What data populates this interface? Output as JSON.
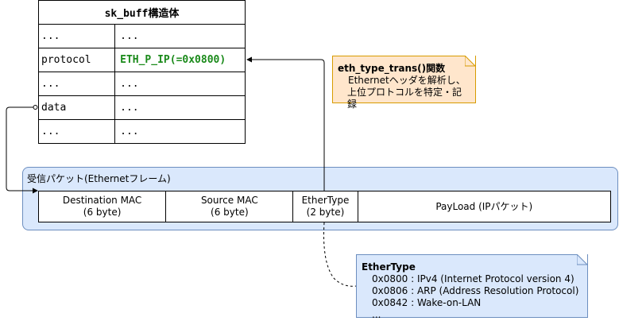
{
  "sk_buff": {
    "title": "sk_buff構造体",
    "rows": [
      {
        "name": "...",
        "value": "..."
      },
      {
        "name": "protocol",
        "value": "ETH_P_IP(=0x0800)"
      },
      {
        "name": "...",
        "value": "..."
      },
      {
        "name": "data",
        "value": "..."
      },
      {
        "name": "...",
        "value": "..."
      }
    ]
  },
  "frame": {
    "title": "受信パケット(Ethernetフレーム)",
    "fields": [
      {
        "line1": "Destination MAC",
        "line2": "(6 byte)"
      },
      {
        "line1": "Source MAC",
        "line2": "(6 byte)"
      },
      {
        "line1": "EtherType",
        "line2": "(2 byte)"
      },
      {
        "line1": "PayLoad (IPパケット)",
        "line2": ""
      }
    ]
  },
  "note_eth_type_trans": {
    "title": "eth_type_trans()関数",
    "line1": "Ethernetヘッダを解析し、",
    "line2": "上位プロトコルを特定・記録"
  },
  "note_ethertype": {
    "title": "EtherType",
    "lines": [
      "0x0800 : IPv4 (Internet Protocol version 4)",
      "0x0806 : ARP (Address Resolution Protocol)",
      "0x0842 : Wake-on-LAN",
      "..."
    ]
  },
  "colors": {
    "frame_fill": "#dae8fc",
    "frame_stroke": "#6c8ebf",
    "note_orange_fill": "#ffe6cc",
    "note_orange_stroke": "#d79b00",
    "protocol_value": "#1a8a1a"
  }
}
